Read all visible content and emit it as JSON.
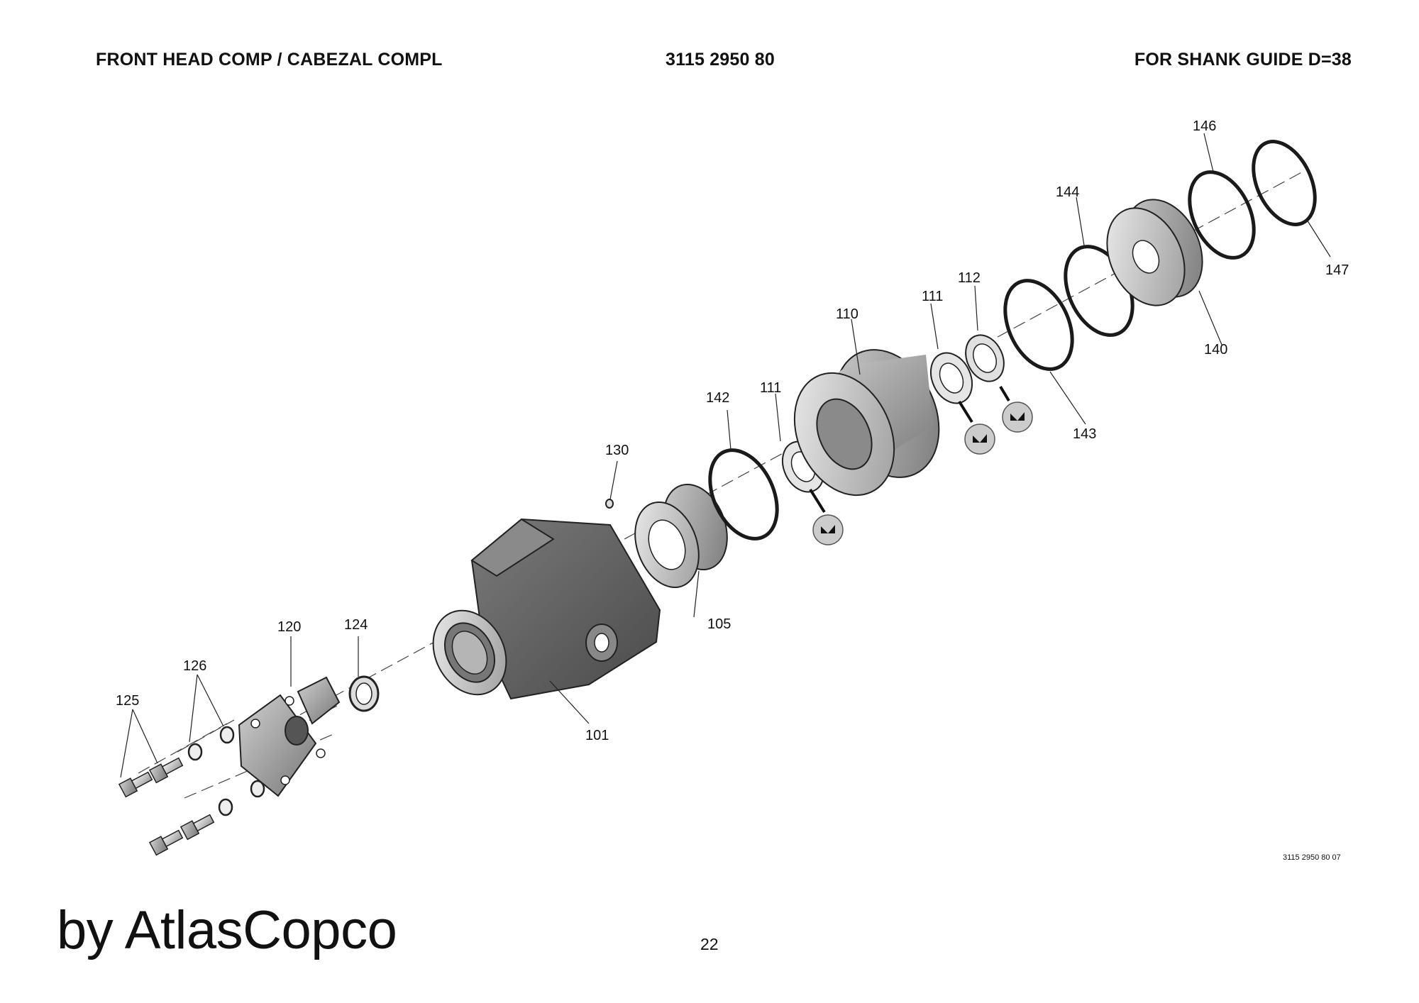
{
  "header": {
    "title_left": "FRONT HEAD COMP / CABEZAL COMPL",
    "part_number": "3115 2950 80",
    "title_right": "FOR SHANK GUIDE D=38"
  },
  "callouts": {
    "c101": "101",
    "c105": "105",
    "c110": "110",
    "c111a": "111",
    "c111b": "111",
    "c112": "112",
    "c120": "120",
    "c124": "124",
    "c125": "125",
    "c126": "126",
    "c130": "130",
    "c140": "140",
    "c142": "142",
    "c143": "143",
    "c144": "144",
    "c146": "146",
    "c147": "147"
  },
  "footer": {
    "drawing_ref": "3115 2950 80 07",
    "brand": "by AtlasCopco",
    "page_number": "22"
  },
  "colors": {
    "housing": "#6b6b6b",
    "part_light": "#d9d9d9",
    "outline": "#1a1a1a",
    "oring": "#1a1a1a"
  }
}
